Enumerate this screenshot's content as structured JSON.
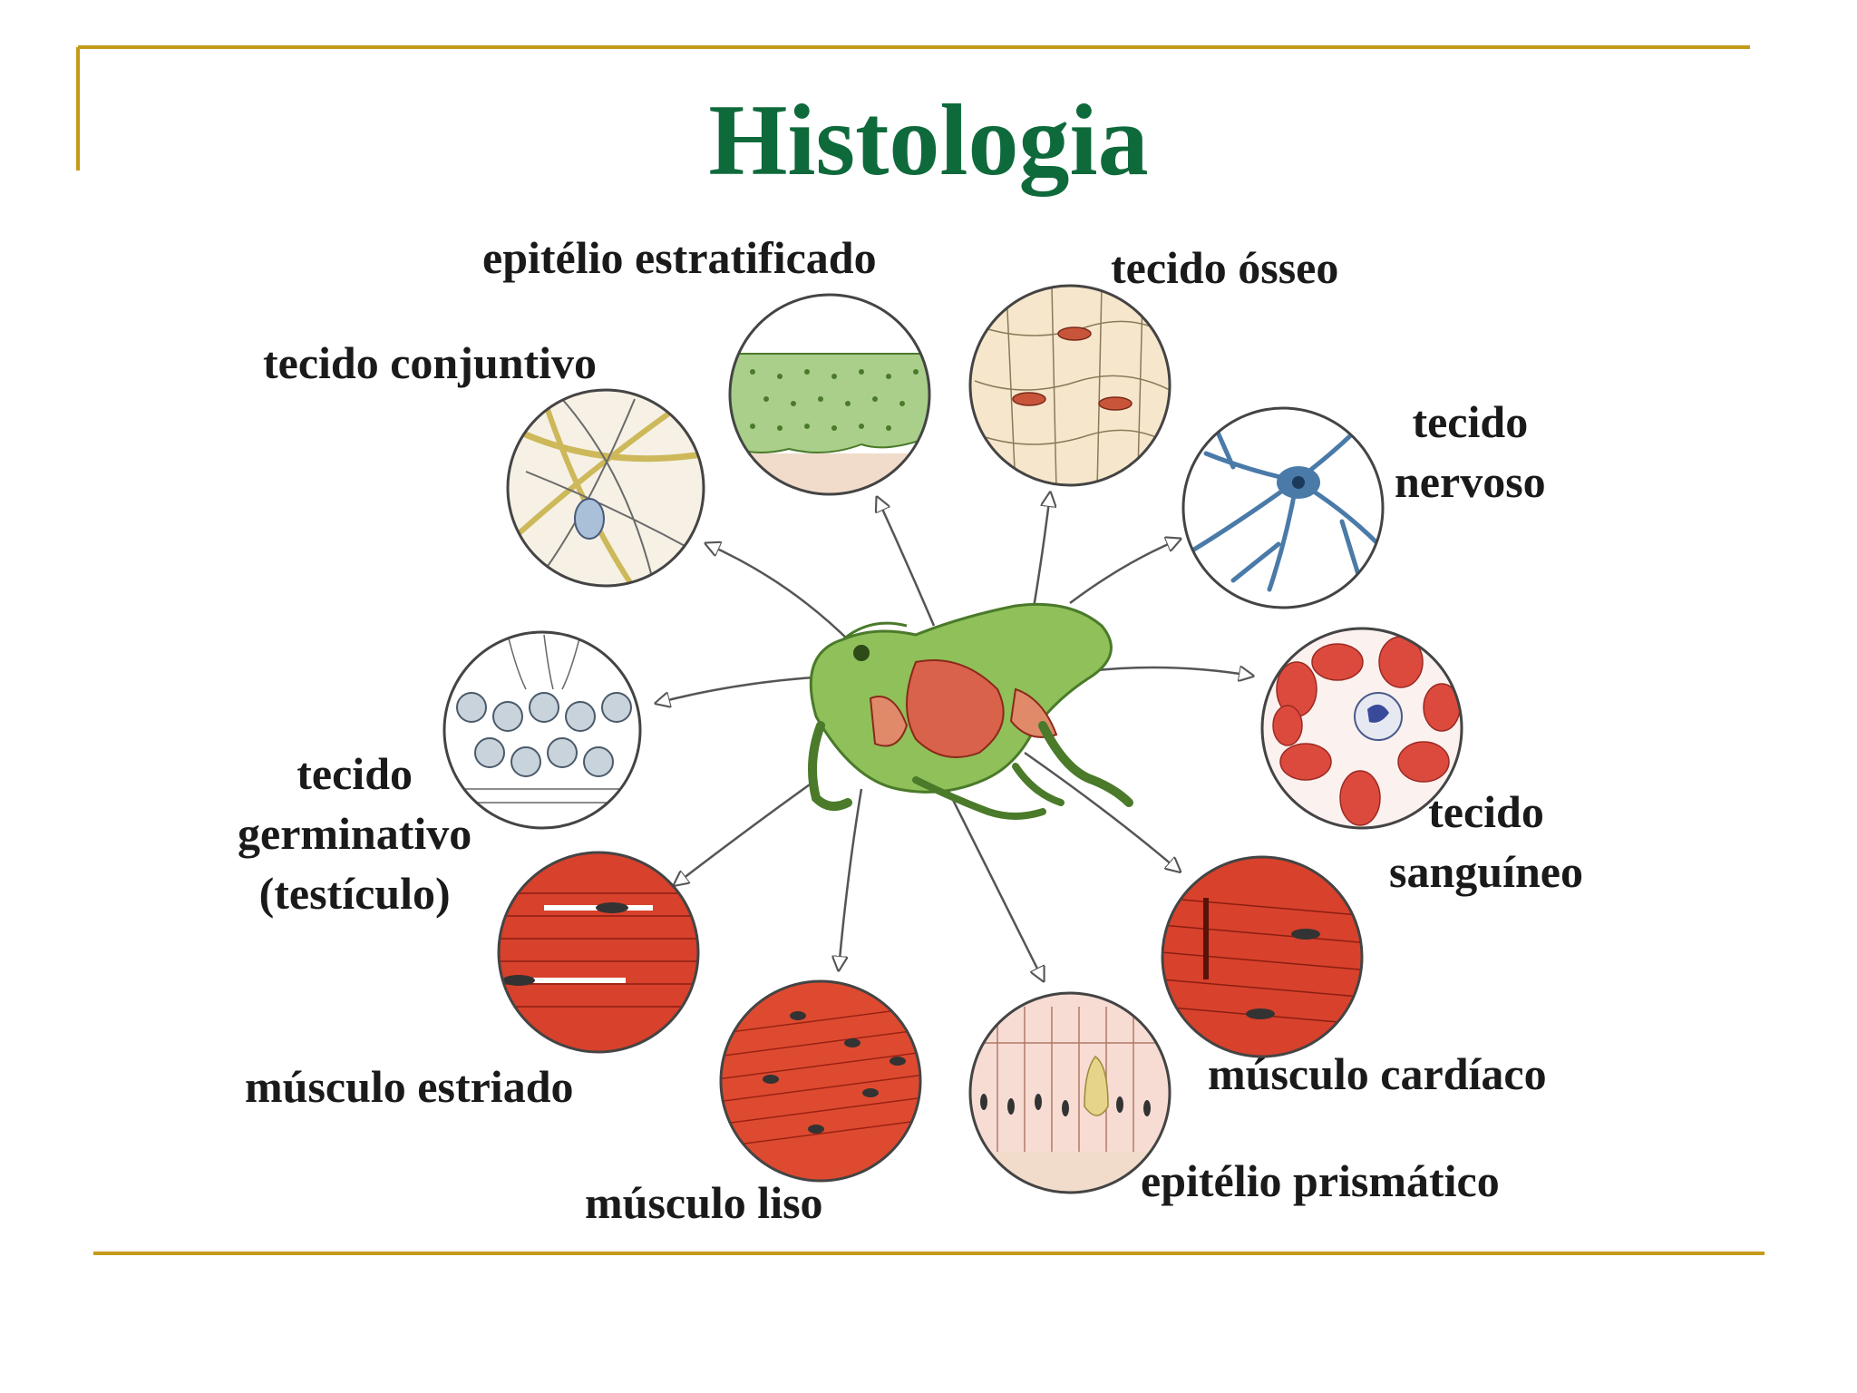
{
  "title": "Histologia",
  "colors": {
    "title": "#0f6a3b",
    "rule": "#c49a1a",
    "muscle": "#d8412b",
    "frog": "#7fb54a"
  },
  "tissues": [
    {
      "id": "epitelio-estratificado",
      "lines": [
        "epitélio estratificado"
      ]
    },
    {
      "id": "tecido-osseo",
      "lines": [
        "tecido ósseo"
      ]
    },
    {
      "id": "tecido-conjuntivo",
      "lines": [
        "tecido conjuntivo"
      ]
    },
    {
      "id": "tecido-nervoso",
      "lines": [
        "tecido",
        "nervoso"
      ]
    },
    {
      "id": "tecido-germinativo",
      "lines": [
        "tecido",
        "germinativo",
        "(testículo)"
      ]
    },
    {
      "id": "tecido-sanguineo",
      "lines": [
        "tecido",
        "sanguíneo"
      ]
    },
    {
      "id": "musculo-estriado",
      "lines": [
        "músculo estriado"
      ]
    },
    {
      "id": "musculo-cardiaco",
      "lines": [
        "músculo cardíaco"
      ]
    },
    {
      "id": "musculo-liso",
      "lines": [
        "músculo liso"
      ]
    },
    {
      "id": "epitelio-prismatico",
      "lines": [
        "epitélio prismático"
      ]
    }
  ]
}
